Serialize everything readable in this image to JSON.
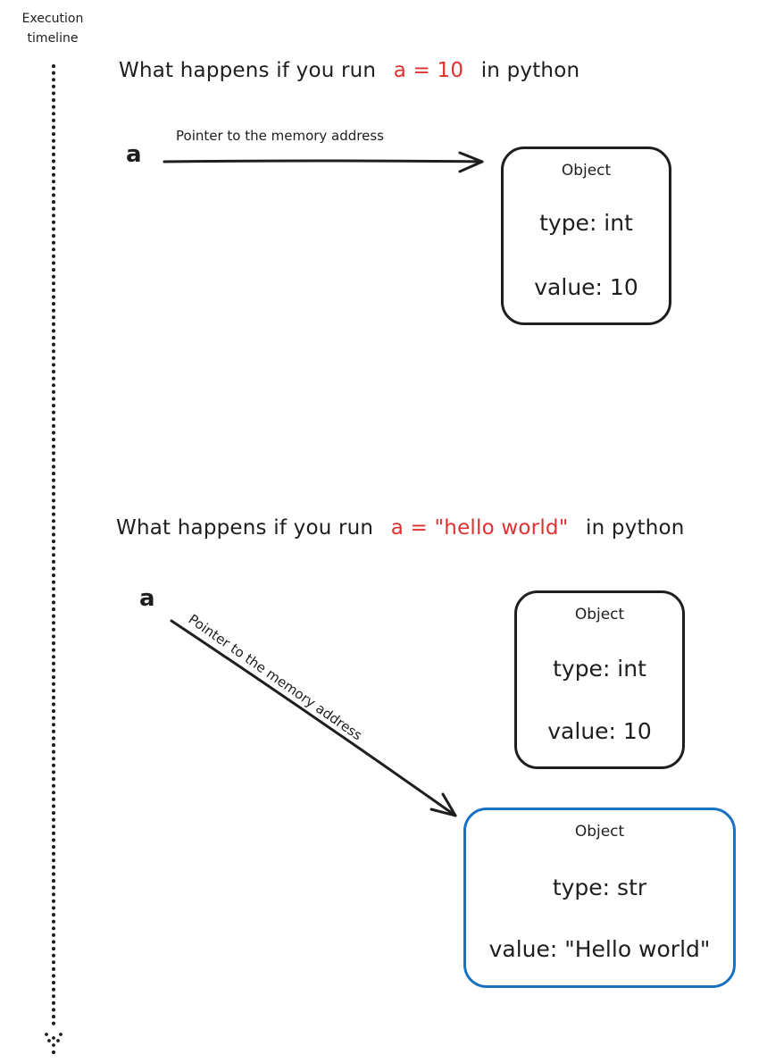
{
  "timeline": {
    "label_line1": "Execution",
    "label_line2": "timeline"
  },
  "section1": {
    "heading_prefix": "What happens if you run",
    "heading_code": "a = 10",
    "heading_suffix": "in python",
    "variable": "a",
    "pointer_label": "Pointer to the memory address",
    "object": {
      "title": "Object",
      "type_line": "type: int",
      "value_line": "value: 10"
    }
  },
  "section2": {
    "heading_prefix": "What happens if you run",
    "heading_code": "a = \"hello world\"",
    "heading_suffix": "in python",
    "variable": "a",
    "pointer_label": "Pointer to the memory address",
    "old_object": {
      "title": "Object",
      "type_line": "type: int",
      "value_line": "value: 10"
    },
    "new_object": {
      "title": "Object",
      "type_line": "type: str",
      "value_line": "value: \"Hello world\""
    }
  },
  "colors": {
    "ink": "#1e1e1e",
    "code": "#e03131",
    "selected_border": "#1971c2"
  }
}
